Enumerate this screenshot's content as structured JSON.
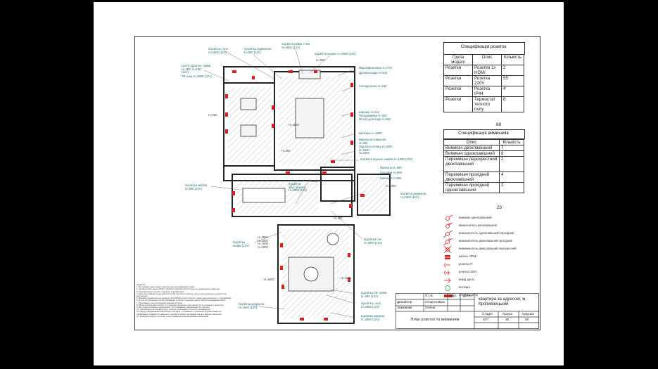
{
  "sockets_spec": {
    "title": "Специфікація розеток",
    "headers": [
      "Група моделі",
      "Опис",
      "Кількість"
    ],
    "rows": [
      [
        "Розетки",
        "Розетка 1х HDMI",
        "2"
      ],
      [
        "Розетки",
        "Розетка 220V",
        "55"
      ],
      [
        "Розетки",
        "Розетка IP44",
        "4"
      ],
      [
        "Розетки",
        "Термостат теплого полу",
        "8"
      ]
    ],
    "total": "69"
  },
  "switches_spec": {
    "title": "Специфікація вимикачів",
    "headers": [
      "Опис",
      "Кількість"
    ],
    "rows": [
      [
        "Вимикач двоклавішний",
        "7"
      ],
      [
        "Вимикач одноклавішний",
        "8"
      ],
      [
        "Перемикач перехрестний двоклавішний",
        "2"
      ],
      [
        "Перемикач прохідний двоклавішний",
        "4"
      ],
      [
        "Перемикач прохідний одноклавішний",
        "2"
      ]
    ],
    "total": "23"
  },
  "legend": [
    {
      "icon": "single-switch-icon",
      "label": "вимикач одноклавішний"
    },
    {
      "icon": "double-switch-icon",
      "label": "вімикачатель двоклавішний"
    },
    {
      "icon": "pass-switch-single-icon",
      "label": "вимикачатель одноклавішний прохідний"
    },
    {
      "icon": "pass-switch-double-icon",
      "label": "вимикачатель двоклавішний прохідний"
    },
    {
      "icon": "cross-switch-icon",
      "label": "вимикачатель двоклавішний перехресний"
    },
    {
      "icon": "hdmi-cable-icon",
      "label": "кабель HDMI"
    },
    {
      "icon": "socket-it-icon",
      "label": "розетка IT"
    },
    {
      "icon": "socket-220-icon",
      "label": "розетка 220V"
    },
    {
      "icon": "wire-outlet-icon",
      "label": "вивід дроту"
    },
    {
      "icon": "hood-icon",
      "label": "витяжка"
    },
    {
      "icon": "electric-heating-icon",
      "label": "електрощиток"
    }
  ],
  "plan_labels": [
    "підсвітка стелі\nH=2900 (12V)",
    "підсвітка підвіконня\nH=800 (12V)",
    "підсвітка рейки стіни\nH=2900 (12V)",
    "підсвітка карниз H=2900 (12V)",
    "(12V) підсвітка тумби\nH=250; H=450\n(12V)",
    "ТВ зона H=2900 (12V)",
    "H=600",
    "Мікрохвильовка H=1700",
    "Духова шафа H=500",
    "Холодильник H=250",
    "Шредер H=410",
    "Посудомийка H=330",
    "Фільтр для води H=250",
    "Витяжка H=1800",
    "Варильна поверхня\nH=250",
    "Підсвітка полиці H=1800\nH=1900\nH=2300",
    "підсвітка верхніх шафок H=1550 (12V)",
    "H=500",
    "H=1000",
    "H=450",
    "Пральна H=250",
    "Сушарка H=950",
    "Бойлер H=1550",
    "H=1050",
    "підсвітка меблів\nH=800 (12V)",
    "підсвітка\nбрус дерева\nH=2900 (12V)",
    "H=250",
    "підсвітка дзеркала\nH=1500 (12V)",
    "H=250",
    "підсвітка стін\nH=2900 (12V)",
    "підсвітка\nшафи (12V)",
    "H=2900\nH=2300\nH=1600\nH=1000",
    "H=1500",
    "H=1500",
    "підсвітка ТВ тумби\nH=300 (12V)",
    "підсвітка стелі\nH=2900 (12V)",
    "підсвітка дзеркала\nH=1500 (12V)",
    "підсвітка карнизу\nH=2900 (12V)"
  ],
  "notes": [
    "Примітки:",
    "1. Всі розміри дані в (мм), плюсом в метрах вимірювати (мм);",
    "2. За відсутності даних в БЧС, прийнято розетки чистої підлоги в приміщеннях квартири",
    "3. Розташування розеток узгоджено з дизайнером",
    "4. Розетки розміщуються на висоті 0,3 (H) від чистої підлоги, якщо інше визначено на висоті на",
    "кресленнях.",
    "5. Вимикачі розміщуються на висоті H=0,900 від чистої підлоги, якщо інше визначено у специфікації",
    "6. В зоні протилежної розетки, вимикачів та іншого технічного зазор кабелю не вимкнені зазор",
    "7. Прихована електропроводка вказана на плані",
    "8. Місце розміщення розеток та їх монтаж в кожному разі повинні бути узгоджені з проектом",
    "9. Всі точки технічного підключення, тобто вимикачі, підключення до системи",
    "10. При виборі електрофурнітури, розетки та вимикачі уточнити з дизайнером.",
    "11. Перед забудженням електричних приладів, погодження з технічною документацією до",
    "обладнання, прийняти та виконати технічні потреби, які вказані так як в даному кресленні.",
    "12. Розводити кабелі по стінах з застосуванням рекомендованих матеріалів."
  ],
  "stamp": {
    "col_headers": [
      "П.І.Б.",
      "Підп.",
      "Дата"
    ],
    "roles": [
      "Дизайнер",
      "Замовник"
    ],
    "names": [
      "Осадчи Віра",
      "Олена"
    ],
    "address": "квартира за адресою: м.\nКропивницький",
    "sheet_title": "План розеток та вимикачів",
    "stage_headers": [
      "Стадія",
      "Аркуш",
      "Аркушів"
    ],
    "stage_values": [
      "ЕП",
      "30",
      "60"
    ]
  }
}
